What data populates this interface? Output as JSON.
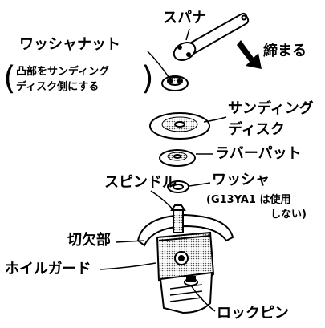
{
  "labels": {
    "spanner": "スパナ",
    "tighten": "締まる",
    "washer_nut": "ワッシャナット",
    "washer_nut_note_1": "凸部をサンディング",
    "washer_nut_note_2": "ディスク側にする",
    "sanding_disc_1": "サンディング",
    "sanding_disc_2": "ディスク",
    "rubber_pad": "ラバーパット",
    "washer": "ワッシャ",
    "washer_note_1": "(G13YA1 は使用",
    "washer_note_2": "しない)",
    "spindle": "スピンドル",
    "notch": "切欠部",
    "wheel_guard": "ホイルガード",
    "lock_pin": "ロックピン"
  },
  "colors": {
    "ink": "#000000",
    "paper": "#ffffff",
    "shade": "#c8c8c8"
  },
  "icons": {
    "direction_arrow": "arrow-down-right-icon"
  }
}
